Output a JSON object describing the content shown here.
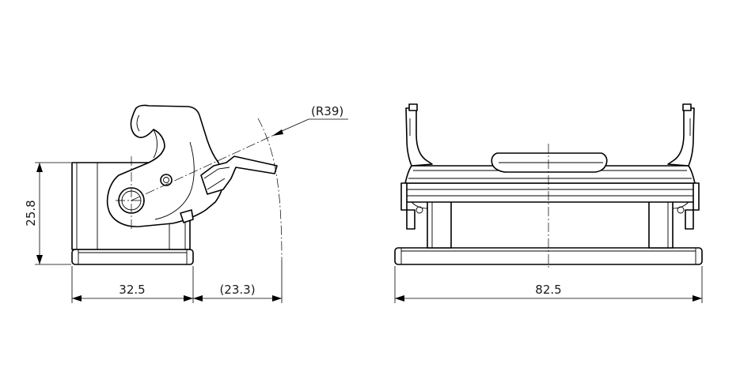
{
  "dimensions": {
    "height_left": "25.8",
    "width_left": "32.5",
    "lever_clearance": "(23.3)",
    "lever_radius": "(R39)",
    "width_right": "82.5"
  }
}
